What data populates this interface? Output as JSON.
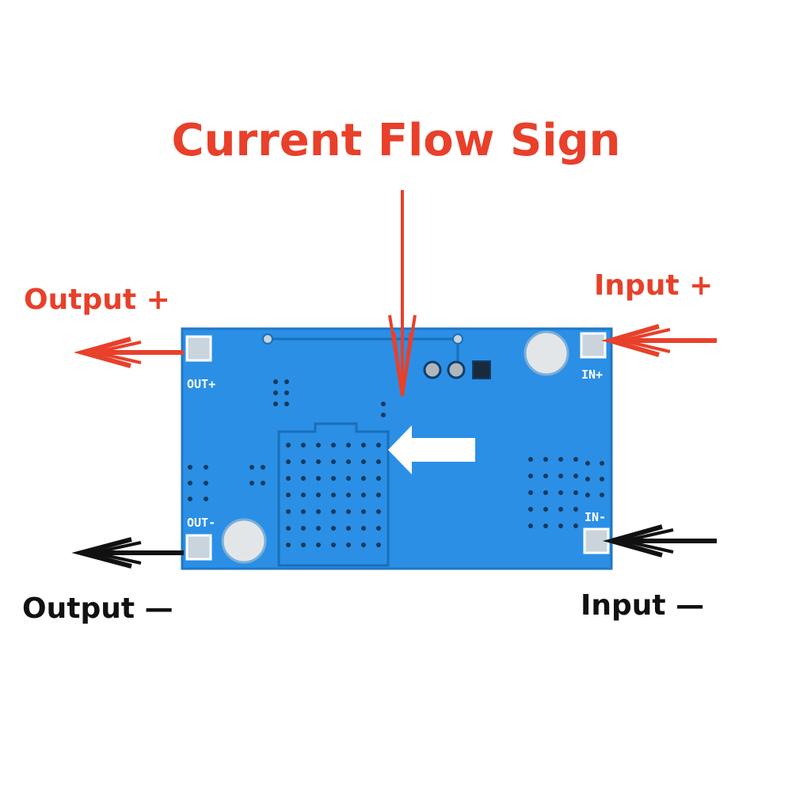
{
  "title": "Current Flow Sign",
  "labels": {
    "output_plus": "Output +",
    "input_plus": "Input +",
    "output_minus": "Output —",
    "input_minus": "Input —"
  },
  "silkscreen": {
    "out_plus": "OUT+",
    "out_minus": "OUT-",
    "in_plus": "IN+",
    "in_minus": "IN-"
  },
  "colors": {
    "accent_red": "#e8402a",
    "black": "#111111",
    "board_blue": "#2b8fe6",
    "white": "#ffffff"
  },
  "icons": {
    "current_flow": "arrow-left-icon",
    "pointer": "arrow-down-icon",
    "terminals": "arrow-left-icon"
  }
}
